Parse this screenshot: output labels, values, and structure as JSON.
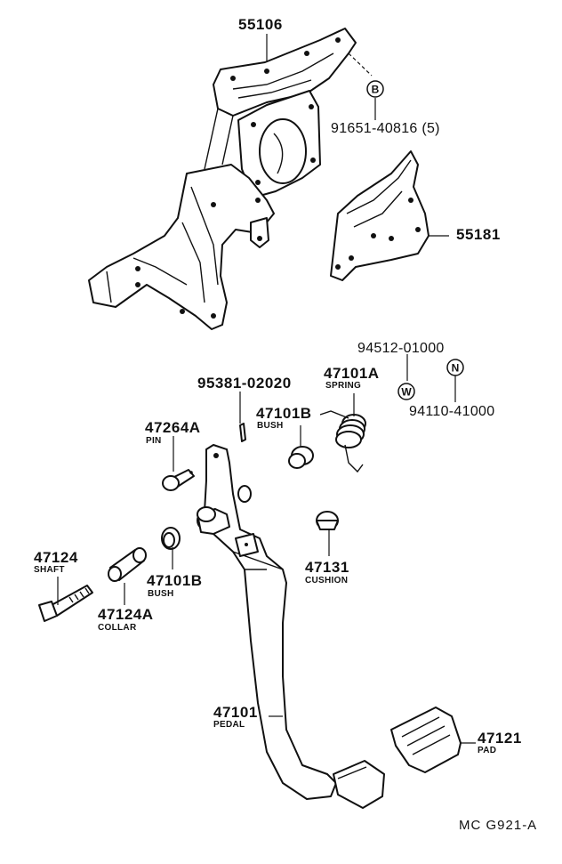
{
  "parts": {
    "bracket_main": {
      "number": "55106"
    },
    "bolt": {
      "number": "91651-40816 (5)",
      "symbol": "B"
    },
    "bracket_small": {
      "number": "55181"
    },
    "washer": {
      "number": "94512-01000",
      "symbol": "W"
    },
    "nut": {
      "number": "94110-41000",
      "symbol": "N"
    },
    "spring": {
      "number": "47101A",
      "desc": "SPRING"
    },
    "cotter_pin": {
      "number": "95381-02020"
    },
    "bush_upper": {
      "number": "47101B",
      "desc": "BUSH"
    },
    "pin": {
      "number": "47264A",
      "desc": "PIN"
    },
    "shaft": {
      "number": "47124",
      "desc": "SHAFT"
    },
    "bush_lower": {
      "number": "47101B",
      "desc": "BUSH"
    },
    "collar": {
      "number": "47124A",
      "desc": "COLLAR"
    },
    "cushion": {
      "number": "47131",
      "desc": "CUSHION"
    },
    "pedal": {
      "number": "47101",
      "desc": "PEDAL"
    },
    "pad": {
      "number": "47121",
      "desc": "PAD"
    }
  },
  "footer": {
    "code": "MC  G921-A"
  }
}
